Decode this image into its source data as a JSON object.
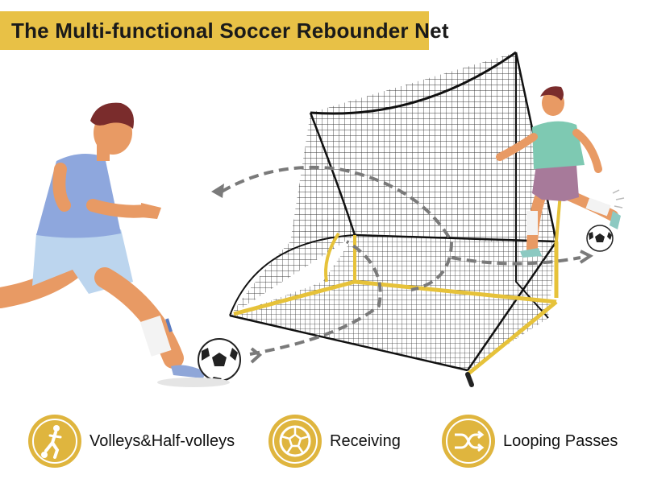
{
  "banner": {
    "title": "The Multi-functional Soccer Rebounder Net"
  },
  "colors": {
    "accent": "#e8c146",
    "icon_bg": "#dfb53e",
    "net": "#1a1a1a",
    "frame_yellow": "#e6c23a"
  },
  "features": [
    {
      "label": "Volleys&Half-volleys",
      "icon": "kicking-player-icon"
    },
    {
      "label": "Receiving",
      "icon": "soccer-ball-icon"
    },
    {
      "label": "Looping Passes",
      "icon": "shuffle-arrows-icon"
    }
  ]
}
